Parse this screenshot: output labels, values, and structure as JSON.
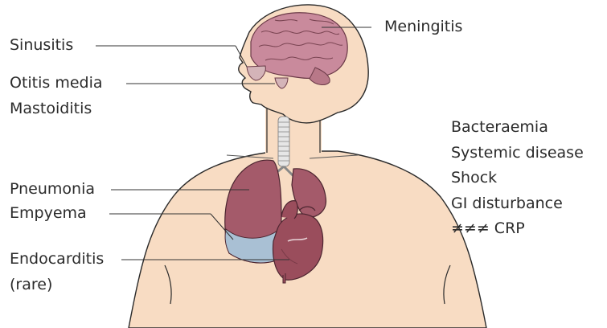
{
  "labels_left": {
    "sinusitis": "Sinusitis",
    "otitis_media": "Otitis media",
    "mastoiditis": "Mastoiditis",
    "pneumonia": "Pneumonia",
    "empyema": "Empyema",
    "endocarditis": "Endocarditis",
    "rare": "(rare)"
  },
  "labels_top": {
    "meningitis": "Meningitis"
  },
  "labels_right": [
    "Bacteraemia",
    "Systemic disease",
    "Shock",
    "GI disturbance",
    "≠≠≠ CRP"
  ],
  "colors": {
    "skin": "#f8dcc3",
    "skin_outline": "#2a2a2a",
    "brain": "#c98a9c",
    "lung": "#a45a6a",
    "effusion": "#a9c0d4",
    "heart": "#9a4d5c",
    "sinus": "#d4b4b8",
    "trachea": "#e6e6e6",
    "leader_line": "#333333"
  }
}
